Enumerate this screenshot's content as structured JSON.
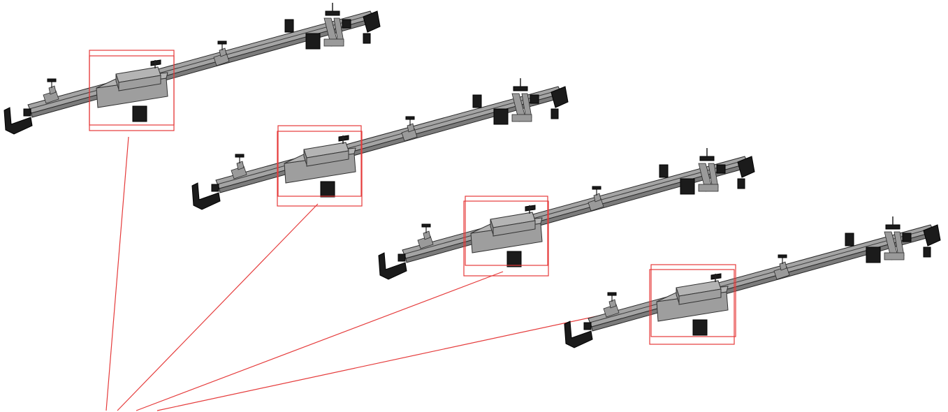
{
  "diagram": {
    "assemblies": [
      {
        "id": "assembly-1",
        "highlighted_component": "block-on-beam"
      },
      {
        "id": "assembly-2",
        "highlighted_component": "block-on-beam"
      },
      {
        "id": "assembly-3",
        "highlighted_component": "block-on-beam"
      },
      {
        "id": "assembly-4",
        "highlighted_component": "block-on-beam"
      }
    ],
    "colors": {
      "highlight": "#e53a3a",
      "beam": "#a4a4a4",
      "dark_parts": "#1b1b1b",
      "background": "#ffffff"
    }
  }
}
